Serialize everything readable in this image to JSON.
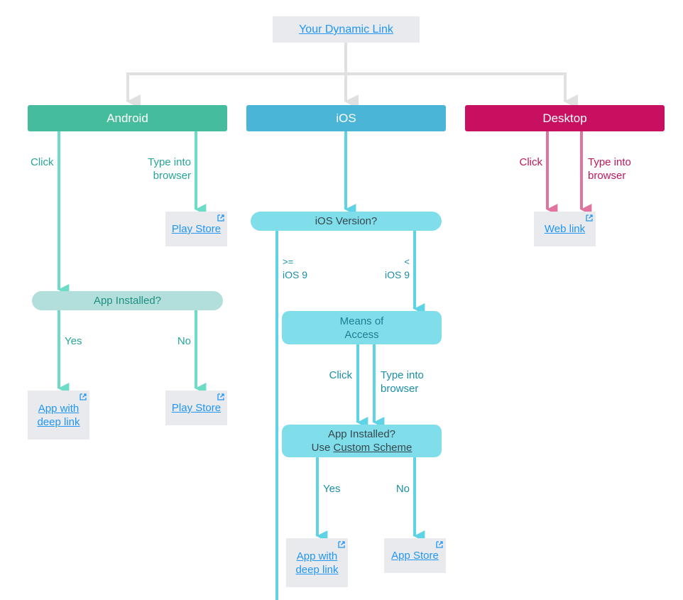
{
  "root": {
    "label": "Your Dynamic Link"
  },
  "platforms": {
    "android": "Android",
    "ios": "iOS",
    "desktop": "Desktop"
  },
  "android": {
    "click": "Click",
    "type_into_browser": [
      "Type into",
      "browser"
    ],
    "play_store_top": "Play Store",
    "app_installed": "App Installed?",
    "yes": "Yes",
    "no": "No",
    "app_deep_link": [
      "App with",
      "deep link"
    ],
    "play_store_bottom": "Play Store"
  },
  "ios": {
    "version_question": "iOS Version?",
    "gte_ios9": [
      ">=",
      "iOS 9"
    ],
    "lt_ios9": [
      "<",
      "iOS 9"
    ],
    "means_of_access": [
      "Means of",
      "Access"
    ],
    "click": "Click",
    "type_into_browser": [
      "Type into",
      "browser"
    ],
    "app_installed": "App Installed?",
    "use_prefix": "Use",
    "custom_scheme": "Custom Scheme",
    "yes": "Yes",
    "no": "No",
    "app_deep_link": [
      "App with",
      "deep link"
    ],
    "app_store": "App Store"
  },
  "desktop": {
    "click": "Click",
    "type_into_browser": [
      "Type into",
      "browser"
    ],
    "web_link": "Web link"
  },
  "colors": {
    "android": "#45bd9c",
    "android_line": "#6ddcc7",
    "android_pill": "#b2dfdb",
    "ios": "#4ab5d6",
    "ios_line": "#5fd3e6",
    "ios_pill": "#80deea",
    "desktop": "#c7105f",
    "desktop_line": "#e0739f",
    "connector": "#e0e0e0",
    "link": "#2196f3",
    "box": "#e8eaed"
  },
  "icons": {
    "external_link": "external-link-icon"
  }
}
